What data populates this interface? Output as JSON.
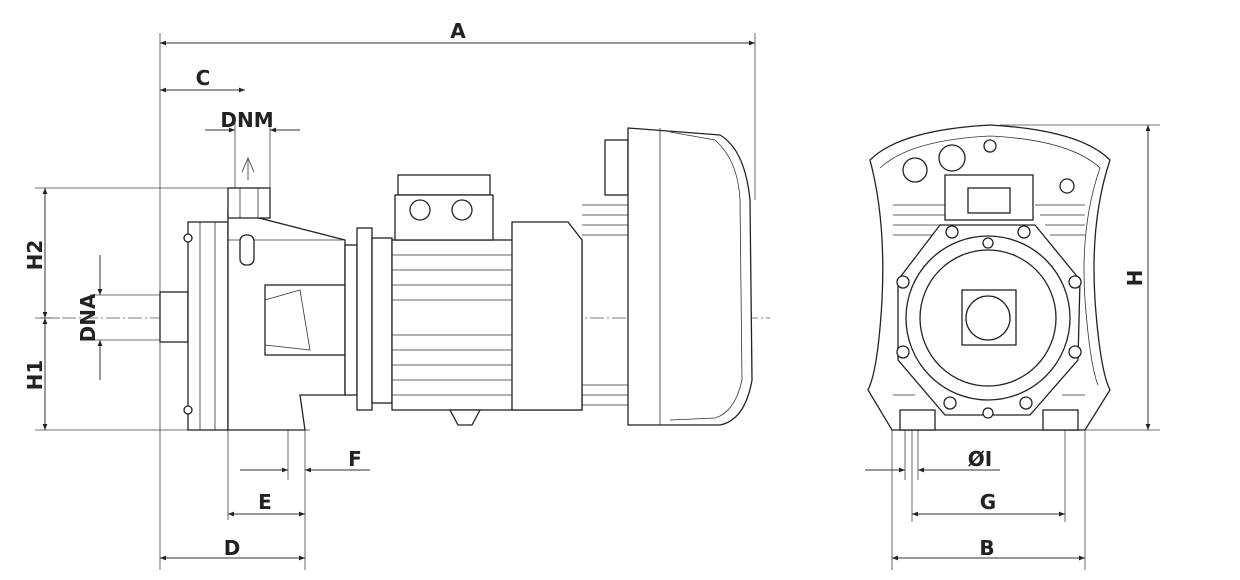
{
  "labels": {
    "A": "A",
    "C": "C",
    "DNM": "DNM",
    "H2": "H2",
    "DNA": "DNA",
    "H1": "H1",
    "F": "F",
    "E": "E",
    "D": "D",
    "OI": "ØI",
    "G": "G",
    "B": "B",
    "H": "H"
  },
  "colors": {
    "line": "#222222",
    "background": "#ffffff"
  }
}
